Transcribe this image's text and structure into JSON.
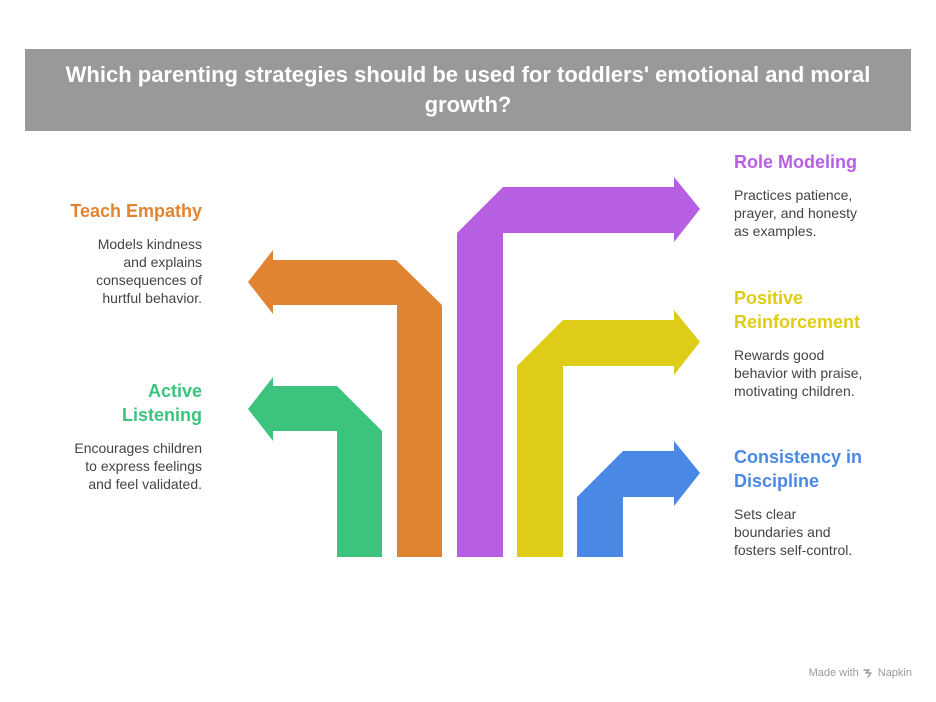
{
  "title": "Which parenting strategies should be used for toddlers' emotional and moral growth?",
  "strategies": [
    {
      "heading": "Active Listening",
      "description": "Encourages children to express feelings and feel validated.",
      "color": "#3cc47f",
      "direction": "left"
    },
    {
      "heading": "Teach Empathy",
      "description": "Models kindness and explains consequences of hurtful behavior.",
      "color": "#e08432",
      "direction": "left"
    },
    {
      "heading": "Role Modeling",
      "description": "Practices patience, prayer, and honesty as examples.",
      "color": "#b65fe3",
      "direction": "right"
    },
    {
      "heading": "Positive Reinforcement",
      "description": "Rewards good behavior with praise, motivating children.",
      "color": "#dfcc16",
      "direction": "right"
    },
    {
      "heading": "Consistency in Discipline",
      "description": "Sets clear boundaries and fosters self-control.",
      "color": "#4a88e5",
      "direction": "right"
    }
  ],
  "footer": {
    "made_with": "Made with",
    "brand": "Napkin",
    "icon": "napkin-logo-icon"
  }
}
